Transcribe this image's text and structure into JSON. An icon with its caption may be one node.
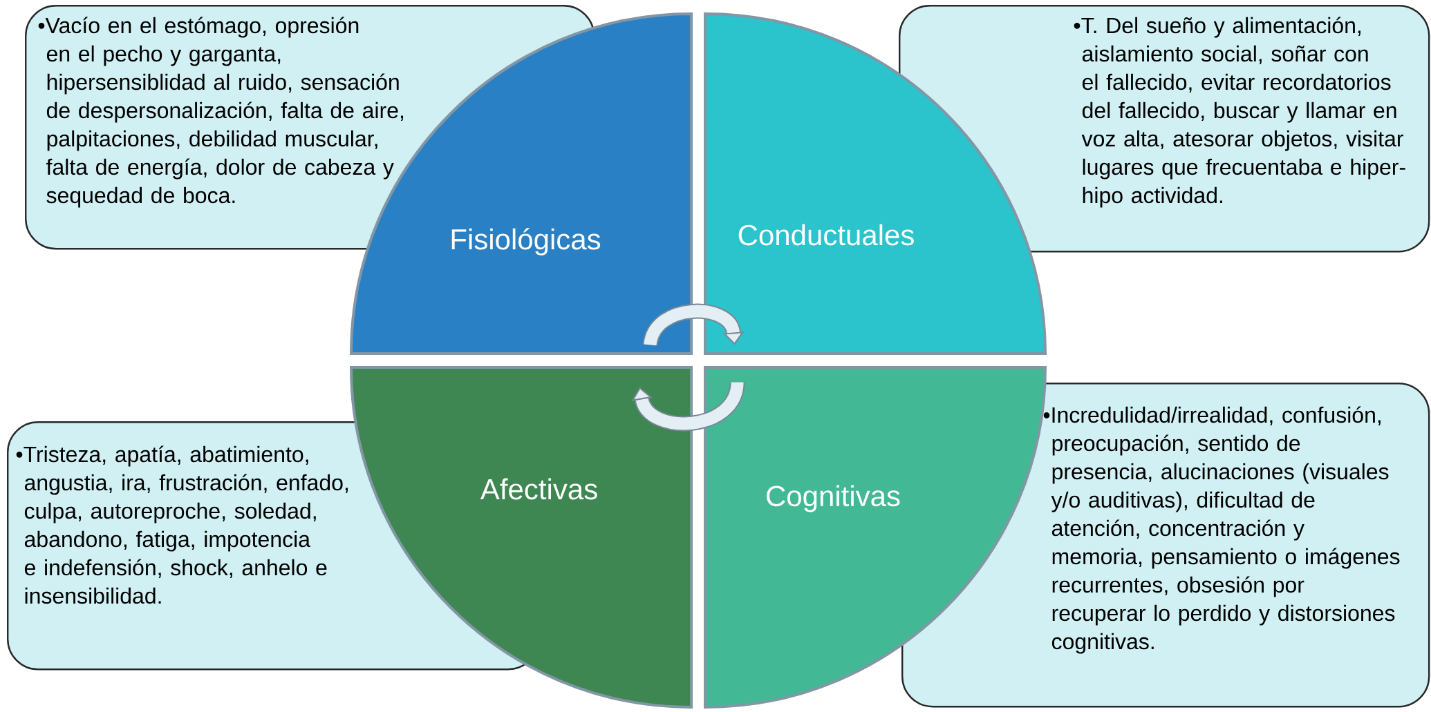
{
  "diagram": {
    "nodes": [
      {
        "text": [
          "•Vacío en el estómago, opresión en el pecho  y garganta, hipersensiblidad al ruido, sensación de despersonalización, falta de  aire, palpitaciones, debilidad muscular, falta  de energía, dolor de cabeza y sequedad de  boca."
        ]
      },
      {
        "text": [
          "Fisiológicas"
        ]
      },
      {
        "text": [
          "Conductuales"
        ]
      },
      {
        "text": [
          "•T. Del sueño y alimentación, aislamiento social, soñar con el fallecido, evitar recordatorios del  fallecido, buscar y llamar en voz alta,  atesorar objetos, visitar lugares que  frecuentaba e hiper-hipo actividad."
        ]
      },
      {
        "text": [
          "•Tristeza, apatía, abatimiento, angustia,  ira, frustración, enfado, culpa,  autoreproche, soledad, abandono, fatiga, impotencia e indefensión, shock, anhelo e  insensibilidad."
        ]
      },
      {
        "text": [
          "Afectivas"
        ]
      },
      {
        "text": [
          "Cognitivas"
        ]
      },
      {
        "text": [
          "•Incredulidad/irrealidad, confusión,  preocupación, sentido de presencia,  alucinaciones (visuales y/o auditivas), dificultad de atención, concentración y  memoria, pensamiento o imágenes recurrentes, obsesión por recuperar lo  perdido y distorsiones cognitivas."
        ]
      }
    ],
    "edges": [
      {
        "from": 1,
        "to": 2,
        "arrow": "to"
      },
      {
        "from": 6,
        "to": 5,
        "arrow": "to"
      }
    ]
  }
}
